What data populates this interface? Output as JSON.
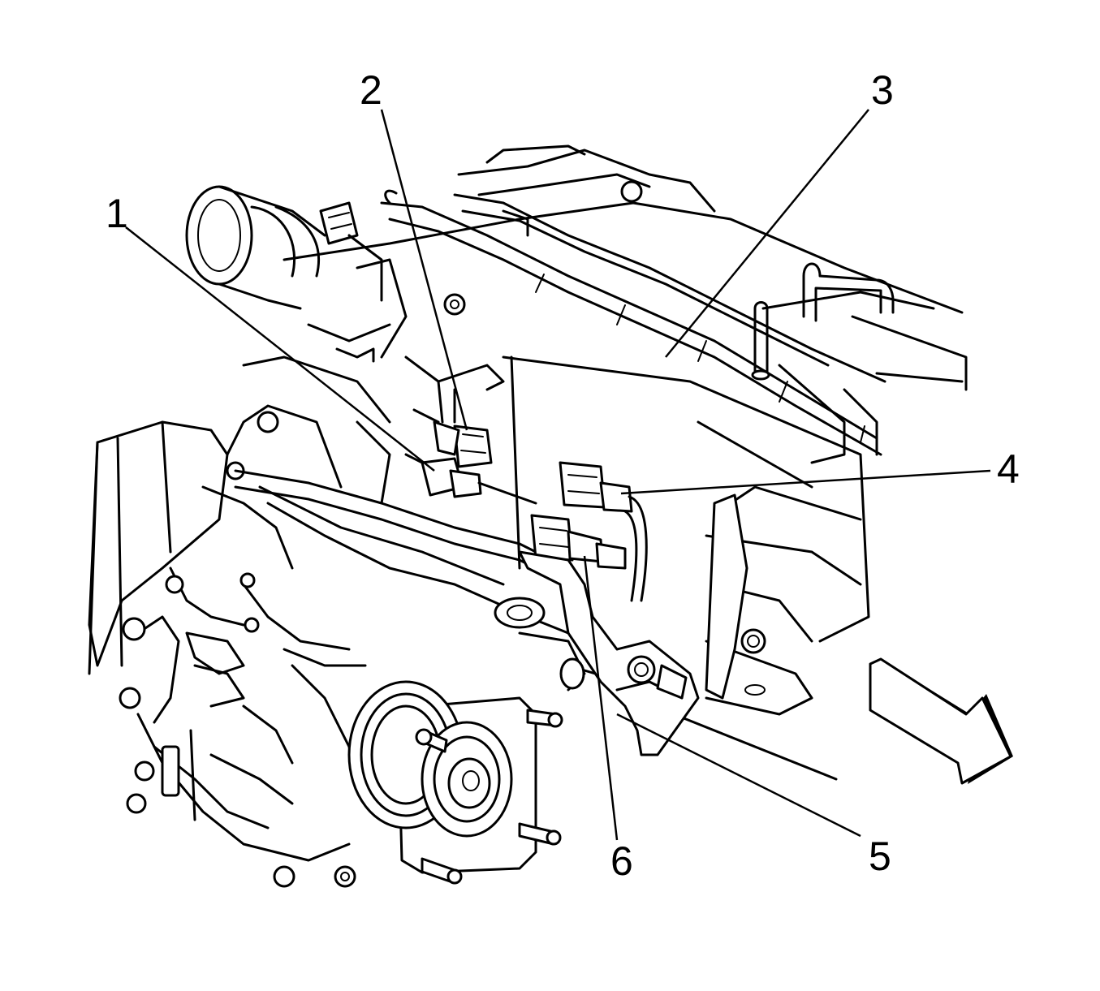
{
  "callouts": [
    {
      "id": "1",
      "label": "1"
    },
    {
      "id": "2",
      "label": "2"
    },
    {
      "id": "3",
      "label": "3"
    },
    {
      "id": "4",
      "label": "4"
    },
    {
      "id": "5",
      "label": "5"
    },
    {
      "id": "6",
      "label": "6"
    }
  ],
  "icons": {
    "direction_arrow": "front-direction-arrow-icon"
  },
  "colors": {
    "line": "#000000",
    "background": "#ffffff"
  }
}
